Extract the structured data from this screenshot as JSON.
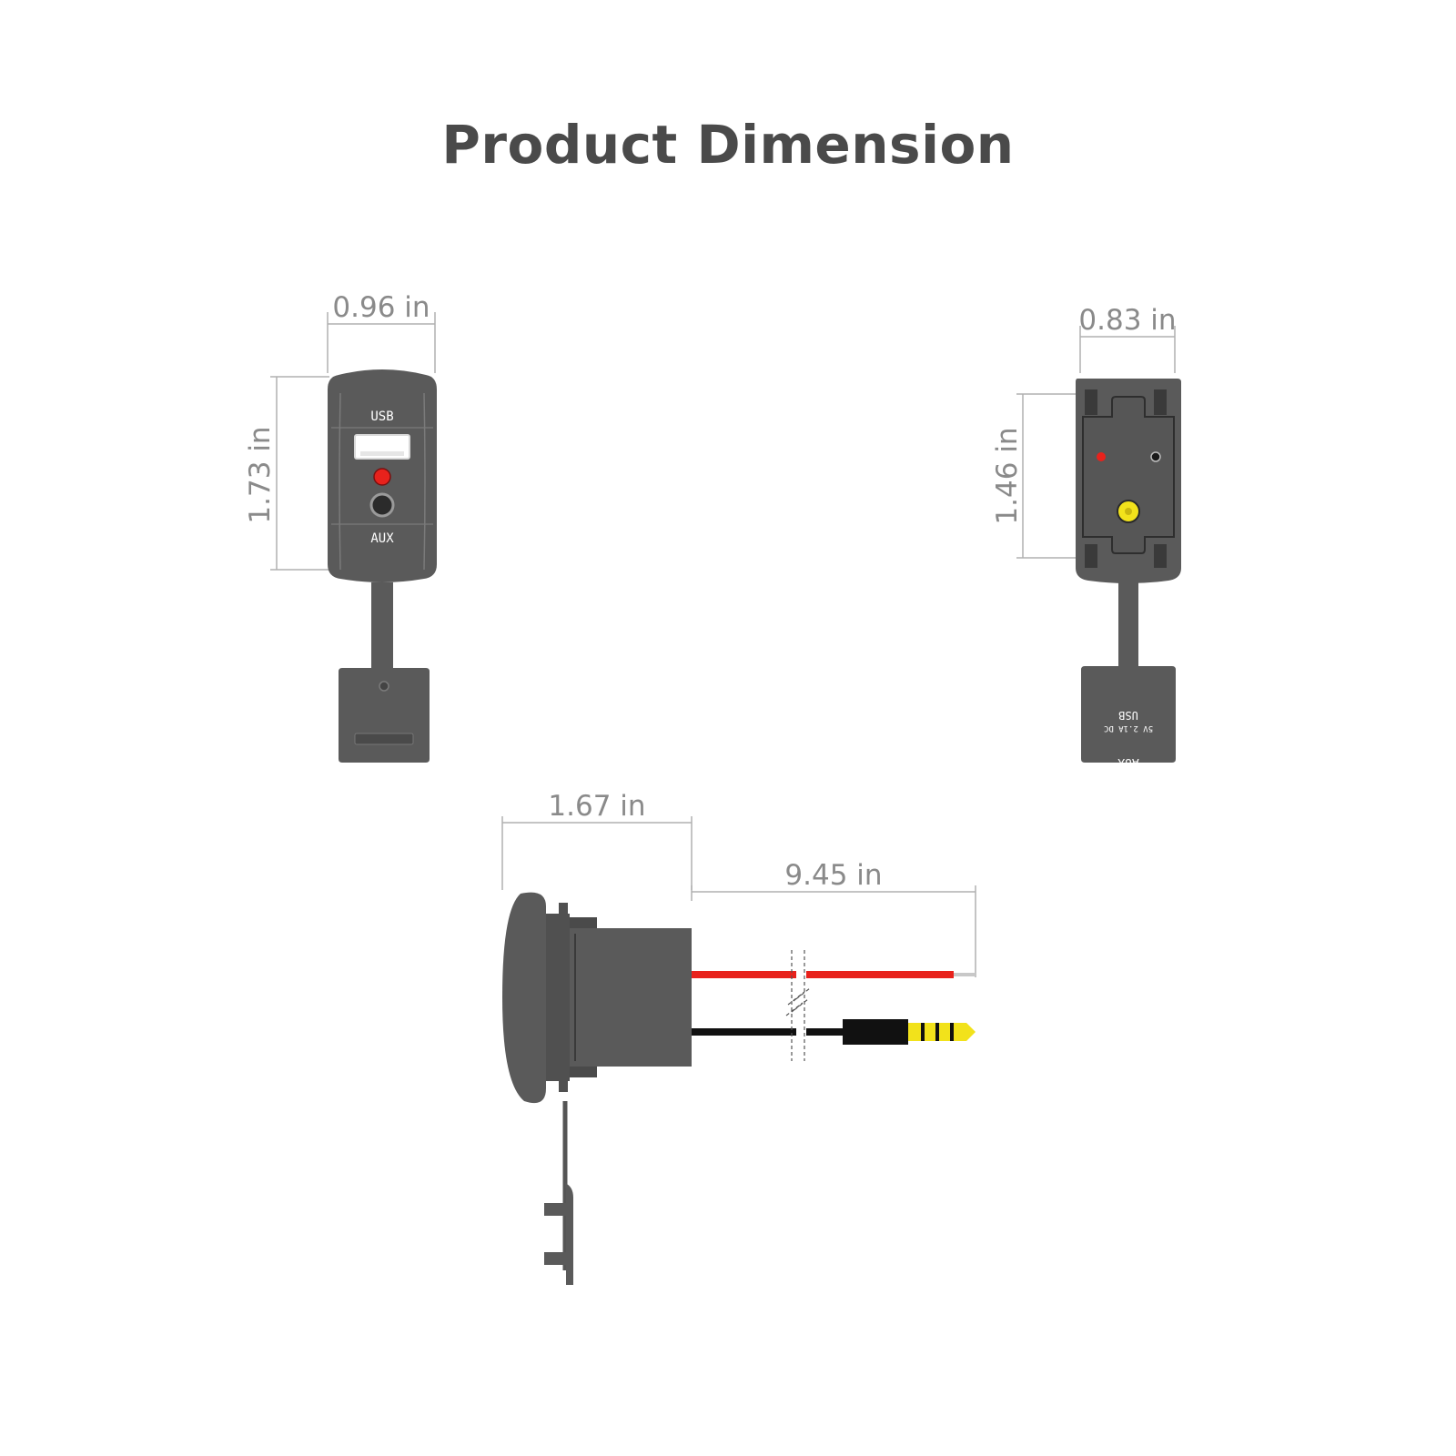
{
  "title": "Product Dimension",
  "dimensions": {
    "front_width": "0.96 in",
    "front_height": "1.73 in",
    "back_width": "0.83 in",
    "back_height": "1.46 in",
    "body_depth": "1.67 in",
    "cable_length": "9.45 in"
  },
  "panel_labels": {
    "usb": "USB",
    "aux": "AUX",
    "back_aux": "AUX",
    "back_usb": "USB",
    "back_rating": "5V 2.1A DC"
  },
  "colors": {
    "body": "#5a5a5a",
    "title": "#4a4a4a",
    "dimension_text": "#8a8a8a",
    "dimension_line": "#b0b0b0",
    "led_red": "#e8221c",
    "wire_red": "#e8221c",
    "wire_black": "#111111",
    "plug_gold": "#f2e21b"
  }
}
